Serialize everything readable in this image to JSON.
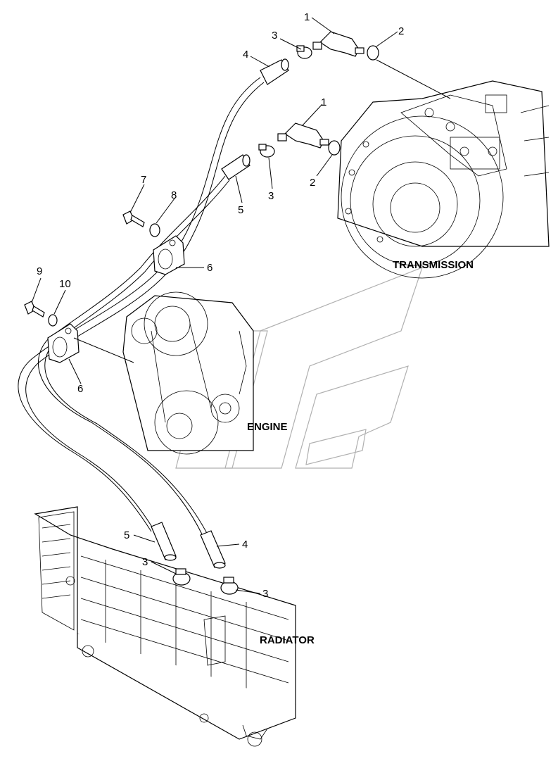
{
  "sections": {
    "transmission": "TRANSMISSION",
    "engine": "ENGINE",
    "radiator": "RADIATOR"
  },
  "callouts": {
    "c1_top": "1",
    "c2_top": "2",
    "c3_top": "3",
    "c4_top": "4",
    "c1_mid": "1",
    "c2_mid": "2",
    "c3_mid": "3",
    "c5_mid": "5",
    "c7": "7",
    "c8": "8",
    "c6_a": "6",
    "c9": "9",
    "c10": "10",
    "c6_b": "6",
    "c5_low": "5",
    "c4_low": "4",
    "c3_low_left": "3",
    "c3_low_right": "3"
  }
}
